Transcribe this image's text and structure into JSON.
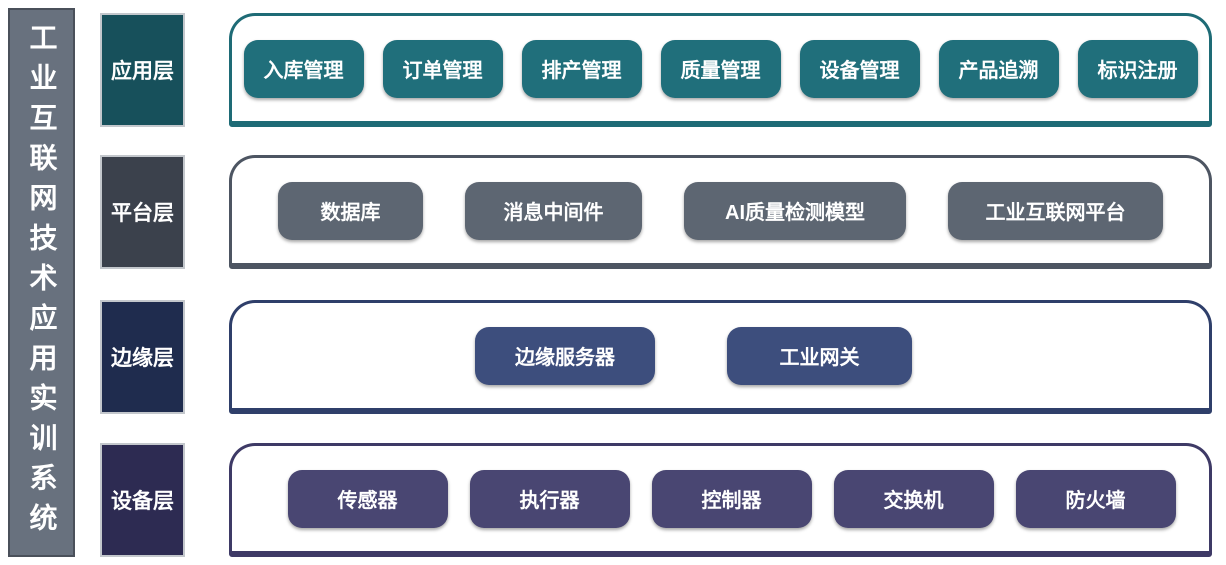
{
  "page": {
    "background": "#ffffff"
  },
  "banner": {
    "title": "工业互联网技术应用实训系统",
    "bg": "#68717e",
    "text_color": "#ffffff"
  },
  "layers": [
    {
      "name": "application",
      "label": "应用层",
      "label_bg": "#17505b",
      "container_border": "#1e6b76",
      "node_bg": "#206f7b",
      "items": [
        "入库管理",
        "订单管理",
        "排产管理",
        "质量管理",
        "设备管理",
        "产品追溯",
        "标识注册"
      ]
    },
    {
      "name": "platform",
      "label": "平台层",
      "label_bg": "#3b414c",
      "container_border": "#4d5562",
      "node_bg": "#5d6672",
      "items": [
        "数据库",
        "消息中间件",
        "AI质量检测模型",
        "工业互联网平台"
      ]
    },
    {
      "name": "edge",
      "label": "边缘层",
      "label_bg": "#1f2c4e",
      "container_border": "#2f3f6a",
      "node_bg": "#3d4e7d",
      "items": [
        "边缘服务器",
        "工业网关"
      ]
    },
    {
      "name": "device",
      "label": "设备层",
      "label_bg": "#2d2b52",
      "container_border": "#3e3a66",
      "node_bg": "#494672",
      "items": [
        "传感器",
        "执行器",
        "控制器",
        "交换机",
        "防火墙"
      ]
    }
  ]
}
